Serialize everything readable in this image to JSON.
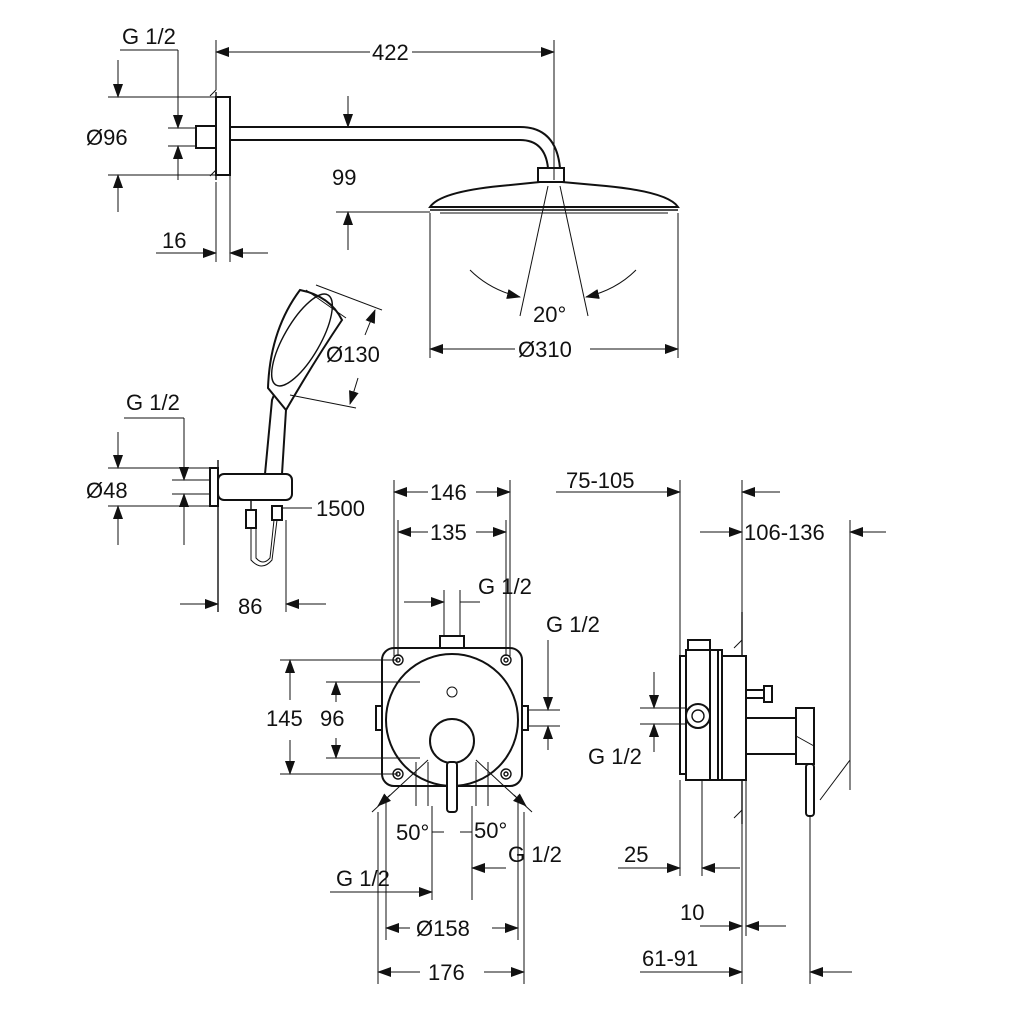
{
  "dimensions": {
    "overhead": {
      "g_thread": "G 1/2",
      "diameter_flange": "Ø96",
      "arm_length": "422",
      "drop": "99",
      "flange_depth": "16",
      "spray_angle": "20°",
      "head_diameter": "Ø310"
    },
    "hand_shower": {
      "head_diameter": "Ø130",
      "g_thread": "G 1/2",
      "diameter_flange": "Ø48",
      "hose_length": "1500",
      "projection": "86"
    },
    "mixer_front": {
      "width_outer": "146",
      "width_inner": "135",
      "g_top": "G 1/2",
      "g_right": "G 1/2",
      "height_outer": "145",
      "height_inner": "96",
      "angle_left": "50°",
      "angle_right": "50°",
      "g_bottom_left": "G 1/2",
      "g_bottom_right": "G 1/2",
      "diameter_plate": "Ø158",
      "width_total": "176"
    },
    "mixer_side": {
      "depth_top": "75-105",
      "depth_right": "106-136",
      "g_side": "G 1/2",
      "offset_25": "25",
      "offset_10": "10",
      "depth_bottom": "61-91"
    }
  }
}
